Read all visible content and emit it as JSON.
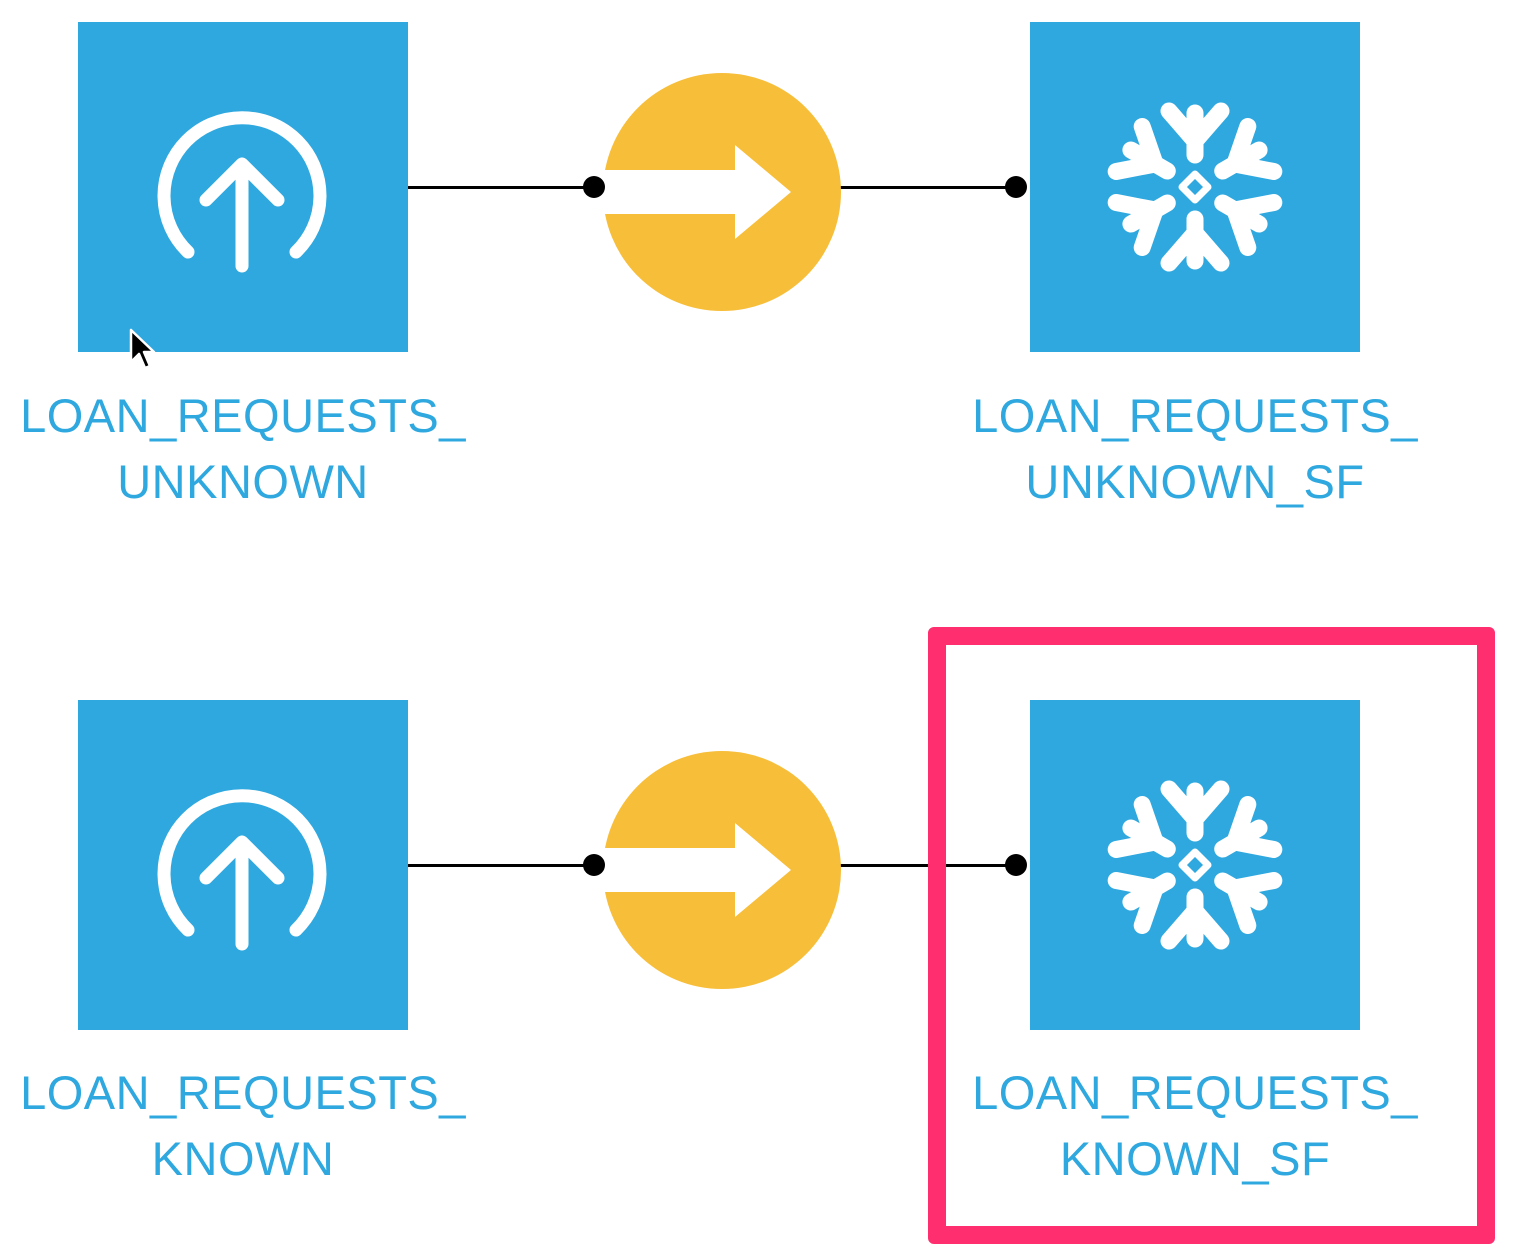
{
  "colors": {
    "dataset_fill": "#2EA8DF",
    "recipe_fill": "#F7BE3A",
    "label_text": "#2EA8DF",
    "highlight": "#FF2E6F",
    "connector": "#000000",
    "icon": "#FFFFFF"
  },
  "flows": [
    {
      "source": {
        "icon": "upload-icon",
        "label_line1": "LOAN_REQUESTS_",
        "label_line2": "UNKNOWN"
      },
      "recipe": {
        "icon": "arrow-right-icon"
      },
      "target": {
        "icon": "snowflake-icon",
        "label_line1": "LOAN_REQUESTS_",
        "label_line2": "UNKNOWN_SF"
      }
    },
    {
      "source": {
        "icon": "upload-icon",
        "label_line1": "LOAN_REQUESTS_",
        "label_line2": "KNOWN"
      },
      "recipe": {
        "icon": "arrow-right-icon"
      },
      "target": {
        "icon": "snowflake-icon",
        "label_line1": "LOAN_REQUESTS_",
        "label_line2": "KNOWN_SF",
        "highlighted": true
      }
    }
  ]
}
